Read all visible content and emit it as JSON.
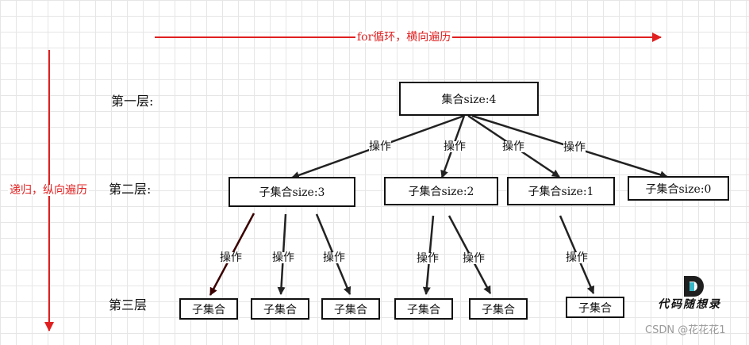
{
  "arrows": {
    "horizontal_label": "for循环，横向遍历",
    "vertical_label": "递归，纵向遍历"
  },
  "levels": [
    "第一层:",
    "第二层:",
    "第三层"
  ],
  "nodes": {
    "root": "集合size:4",
    "level2": [
      "子集合size:3",
      "子集合size:2",
      "子集合size:1",
      "子集合size:0"
    ],
    "level3": [
      "子集合",
      "子集合",
      "子集合",
      "子集合",
      "子集合",
      "子集合"
    ]
  },
  "edge_label": "操作",
  "watermark": {
    "logo_text": "代码随想录",
    "credit": "CSDN @花花花1"
  }
}
